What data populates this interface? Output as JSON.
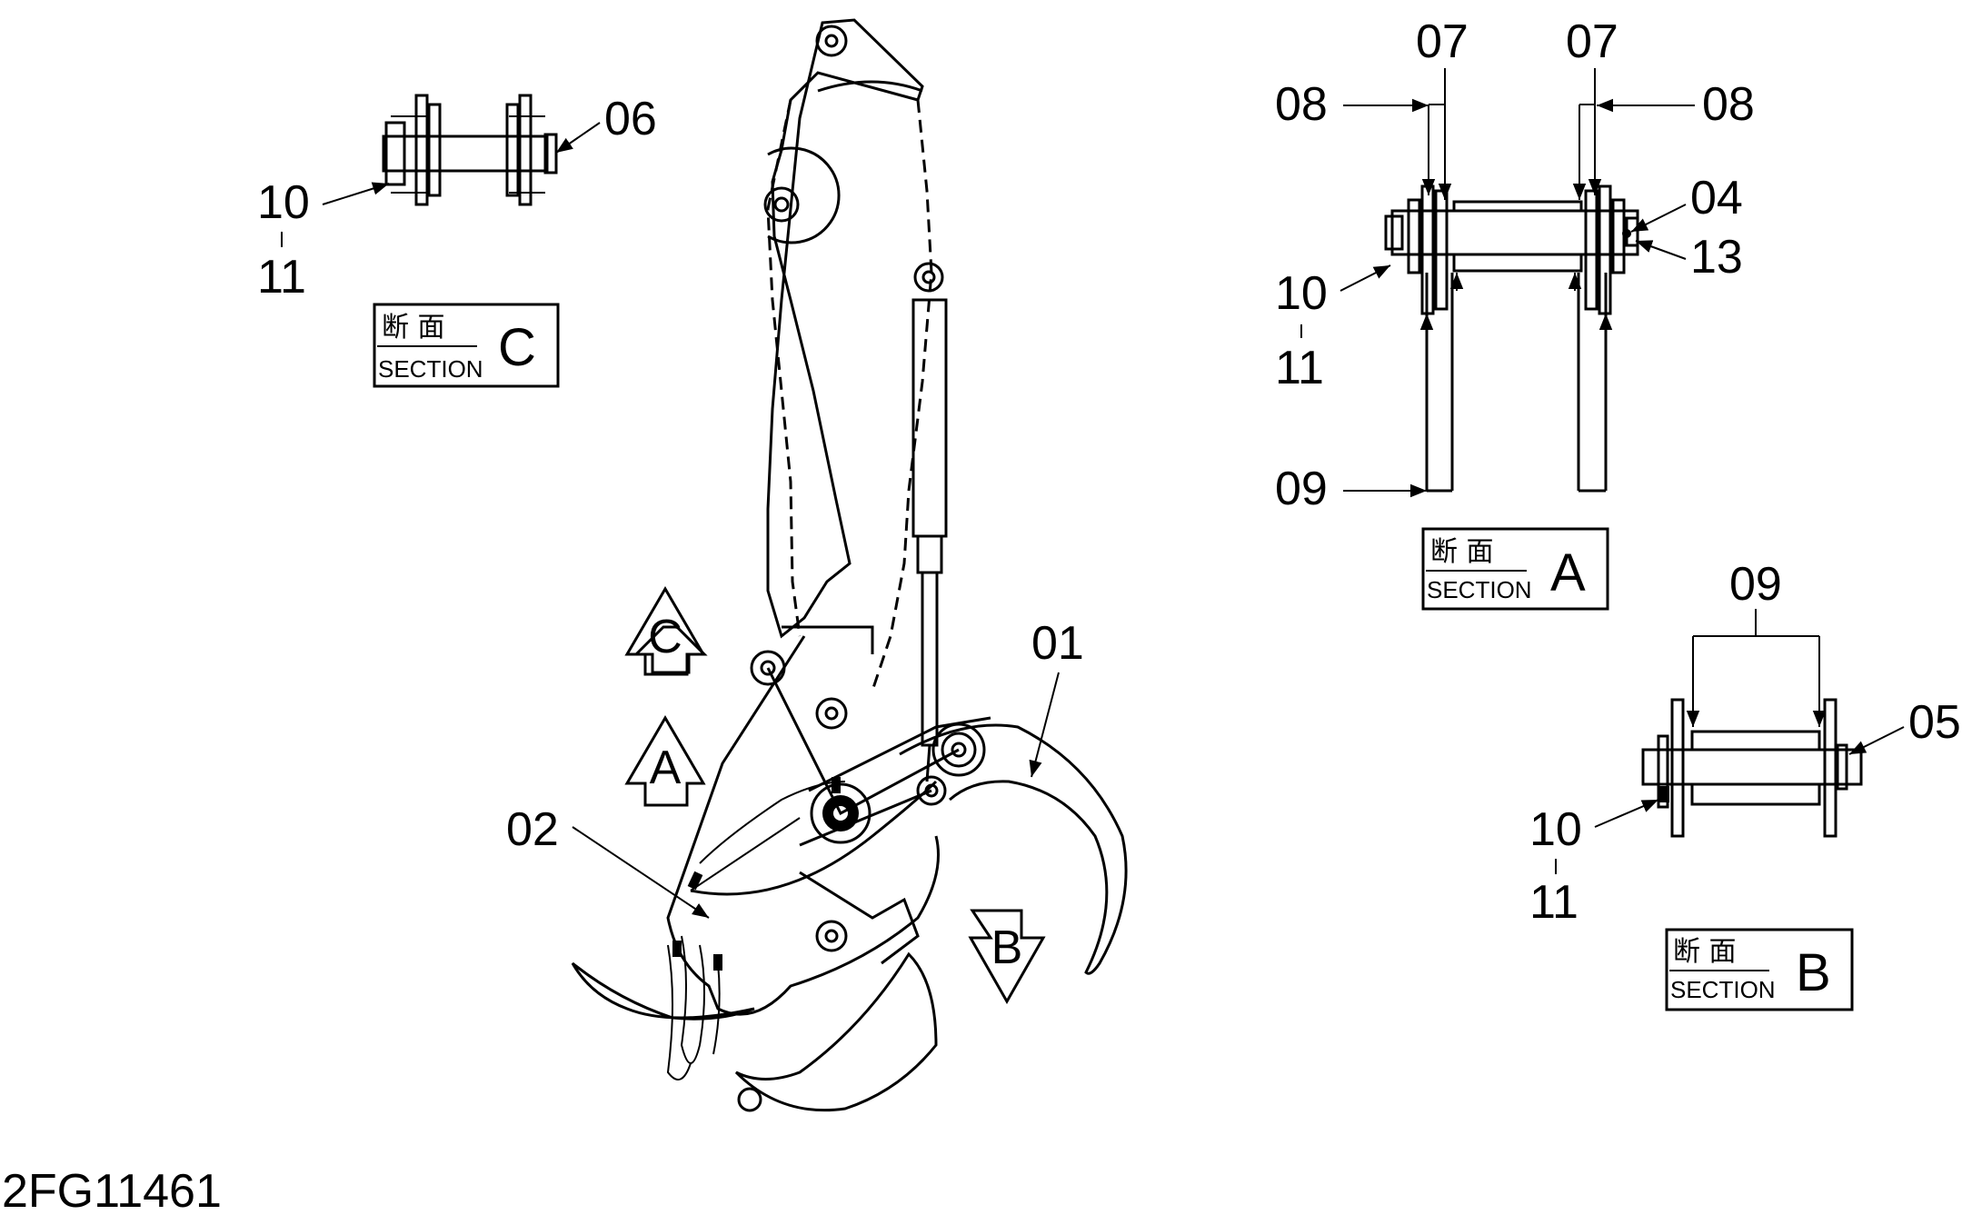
{
  "drawing_id": "2FG11461",
  "callouts": {
    "c01": "01",
    "c02": "02",
    "c04": "04",
    "c05": "05",
    "c06": "06",
    "c07a": "07",
    "c07b": "07",
    "c08a": "08",
    "c08b": "08",
    "c09a": "09",
    "c09b": "09",
    "c10a": "10",
    "c10b": "10",
    "c10c": "10",
    "c11a": "11",
    "c11b": "11",
    "c11c": "11",
    "c13": "13"
  },
  "view_arrows": {
    "a": "A",
    "b": "B",
    "c": "C"
  },
  "section_boxes": {
    "a": {
      "jp": "断 面",
      "en": "SECTION",
      "letter": "A"
    },
    "b": {
      "jp": "断 面",
      "en": "SECTION",
      "letter": "B"
    },
    "c": {
      "jp": "断 面",
      "en": "SECTION",
      "letter": "C"
    }
  }
}
